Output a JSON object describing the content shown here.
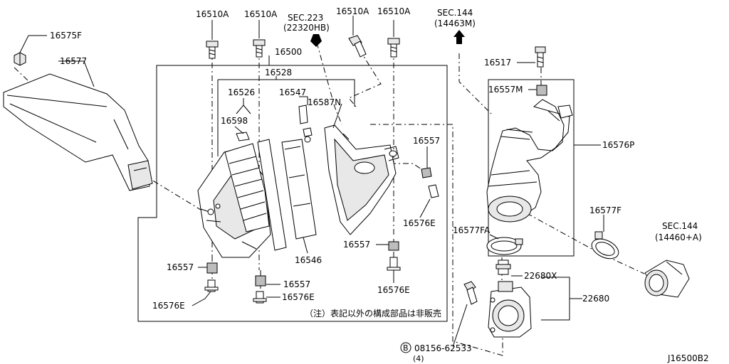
{
  "diagram_code": "J16500B2",
  "note": "（注）表記以外の構成部品は非販売",
  "labels": {
    "p16575F": "16575F",
    "p16577": "16577",
    "p16510A_1": "16510A",
    "p16510A_2": "16510A",
    "p16510A_3": "16510A",
    "p16510A_4": "16510A",
    "sec223_a": "SEC.223",
    "sec223_b": "(22320HB)",
    "sec144m_a": "SEC.144",
    "sec144m_b": "(14463M)",
    "p16517": "16517",
    "p16557M": "16557M",
    "p16500": "16500",
    "p16528": "16528",
    "p16526": "16526",
    "p16547": "16547",
    "p16587N": "16587N",
    "p16598": "16598",
    "p16557_right": "16557",
    "p16576E_right": "16576E",
    "p16546": "16546",
    "p16557_center": "16557",
    "p16576E_center": "16576E",
    "p16557_left": "16557",
    "p16576E_left": "16576E",
    "p16557_mid": "16557",
    "p16576E_mid": "16576E",
    "p16576P": "16576P",
    "p16577F": "16577F",
    "sec144a_a": "SEC.144",
    "sec144a_b": "(14460+A)",
    "p16577FA": "16577FA",
    "p22680X": "22680X",
    "p22680": "22680",
    "bolt_circle": "B",
    "bolt_num": "08156-62533",
    "bolt_qty": "(4)"
  }
}
